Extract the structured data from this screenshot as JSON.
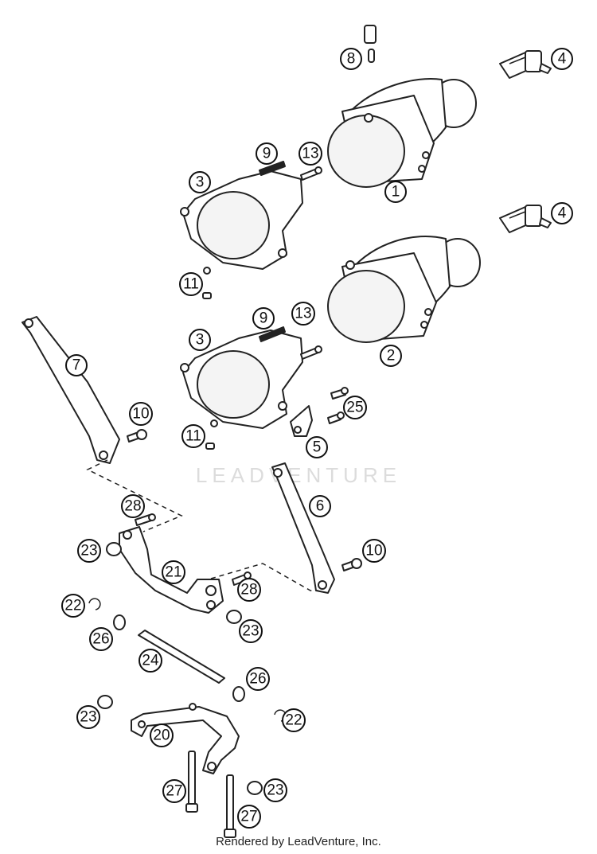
{
  "watermark": "LEADVENTURE",
  "credit": "Rendered by LeadVenture, Inc.",
  "callouts": {
    "c1": "1",
    "c2": "2",
    "c3a": "3",
    "c3b": "3",
    "c4a": "4",
    "c4b": "4",
    "c5": "5",
    "c6": "6",
    "c7": "7",
    "c8": "8",
    "c9a": "9",
    "c9b": "9",
    "c10a": "10",
    "c10b": "10",
    "c11a": "11",
    "c11b": "11",
    "c13a": "13",
    "c13b": "13",
    "c20": "20",
    "c21": "21",
    "c22a": "22",
    "c22b": "22",
    "c23a": "23",
    "c23b": "23",
    "c23c": "23",
    "c23d": "23",
    "c24": "24",
    "c25": "25",
    "c26a": "26",
    "c26b": "26",
    "c27a": "27",
    "c27b": "27",
    "c28a": "28",
    "c28b": "28"
  }
}
